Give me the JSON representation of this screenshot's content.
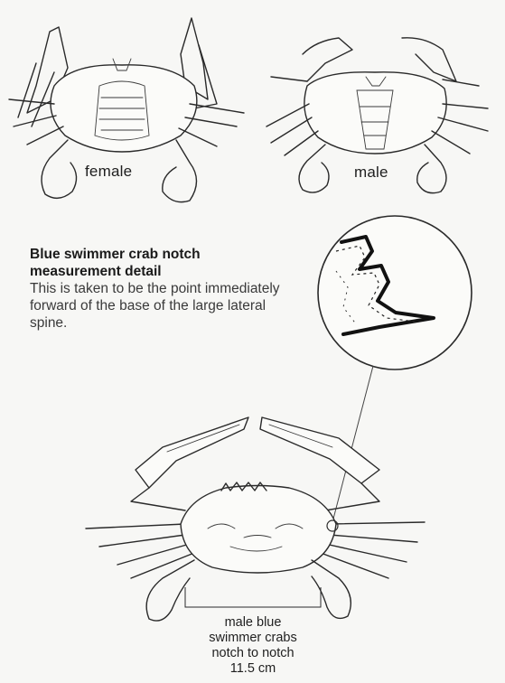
{
  "labels": {
    "female": "female",
    "male": "male"
  },
  "detail": {
    "title": "Blue swimmer crab notch measurement detail",
    "body": "This is taken to be the point immediately forward of the base of the large lateral spine."
  },
  "measurement": {
    "line1": "male blue",
    "line2": "swimmer crabs",
    "line3": "notch to notch",
    "line4": "11.5 cm"
  },
  "icons": [
    "female-crab-underside-illustration",
    "male-crab-underside-illustration",
    "notch-magnifier-illustration",
    "crab-top-view-illustration"
  ]
}
